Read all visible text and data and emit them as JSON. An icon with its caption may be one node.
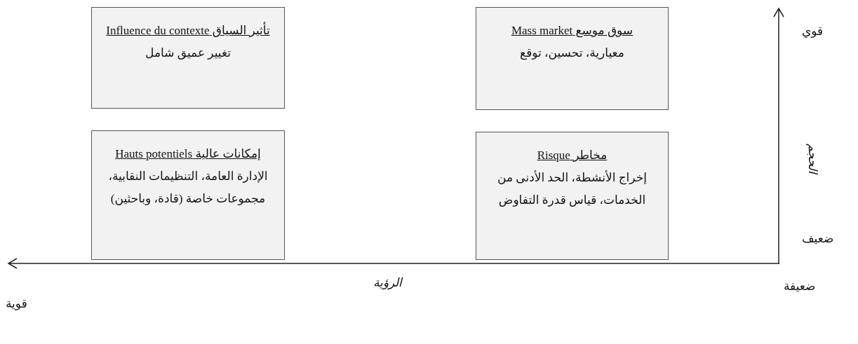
{
  "diagram": {
    "nodes": [
      {
        "text": [
          "سوق موسع Mass market",
          "معيارية، تحسين، توقع"
        ]
      },
      {
        "text": [
          "تأثير السياق Influence du contexte",
          "تغيير عميق شامل"
        ]
      },
      {
        "text": [
          "مخاطر Risque",
          "إخراج الأنشطة، الحد الأدنى من الخدمات، قياس قدرة التفاوض"
        ]
      },
      {
        "text": [
          "إمكانات عالية Hauts potentiels",
          "الإدارة العامة، التنظيمات النقابية، مجموعات خاصة (قادة، وباحثين)"
        ]
      }
    ],
    "labels": [
      "قوي",
      "الحجم",
      "ضعيف",
      "ضعيفة",
      "الرؤية",
      "قوية"
    ]
  }
}
